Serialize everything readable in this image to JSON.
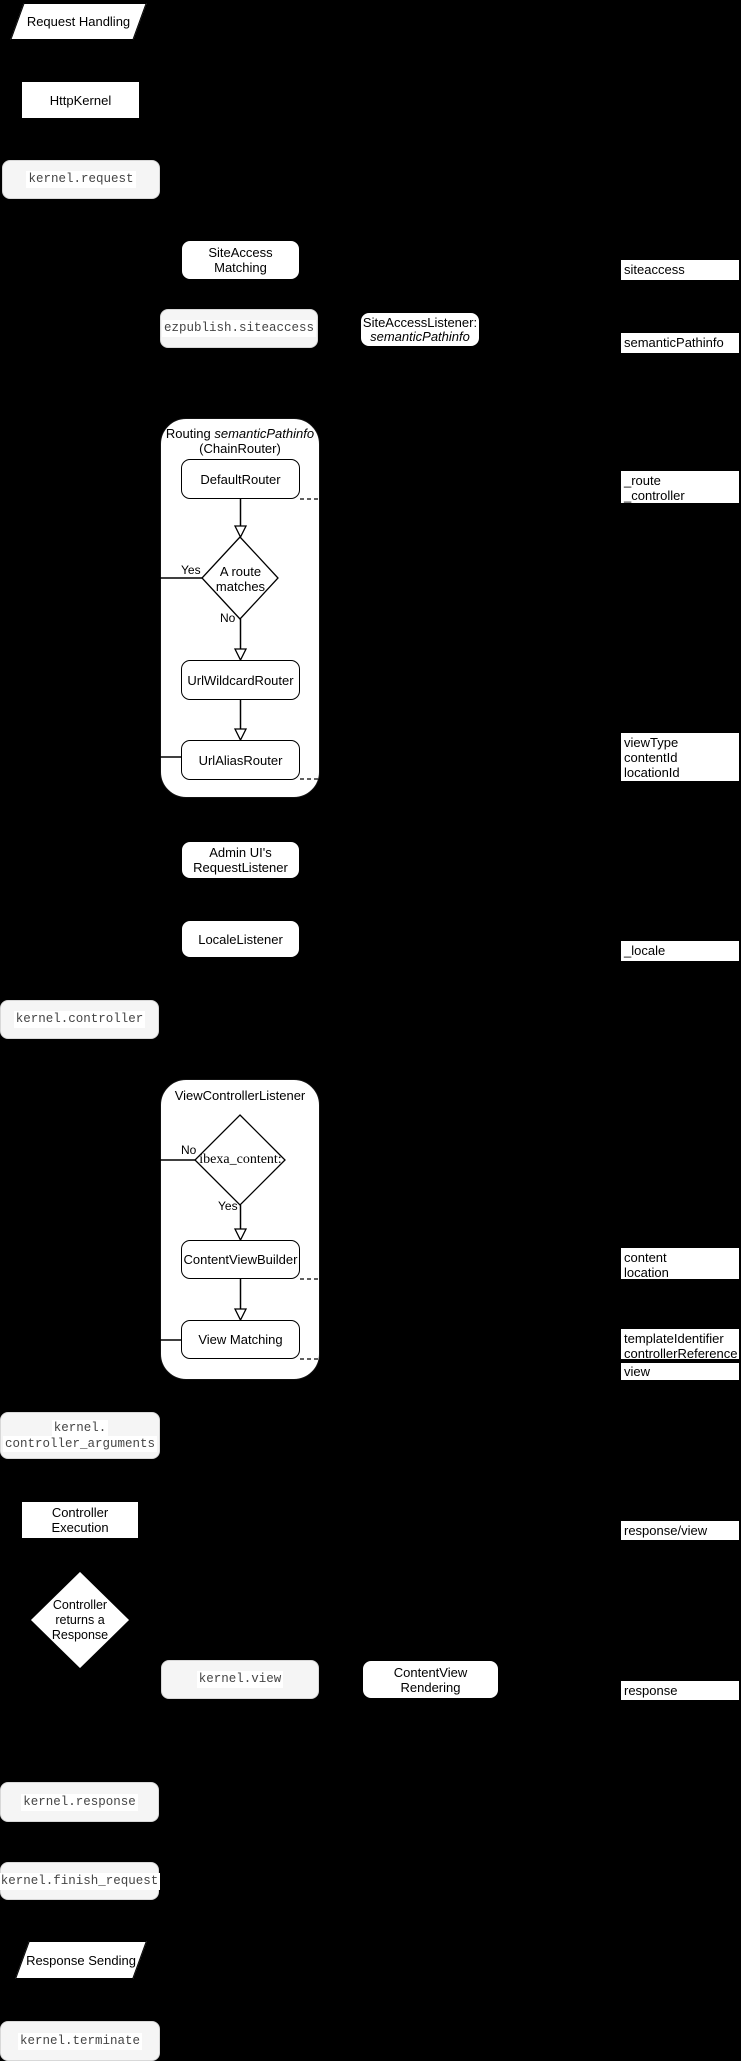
{
  "colors": {
    "background": "#000000",
    "node_fill": "#ffffff",
    "node_border": "#000000",
    "event_fill": "#f5f5f5",
    "event_text": "#454545",
    "text_highlight": "#ffffff"
  },
  "nodes": {
    "request_handling": "Request Handling",
    "http_kernel": "HttpKernel",
    "kernel_request": "kernel.request",
    "siteaccess_matching": "SiteAccess Matching",
    "ezpublish_siteaccess": "ezpublish.siteaccess",
    "siteaccess_listener_line1": "SiteAccessListener:",
    "siteaccess_listener_line2": "semanticPathinfo",
    "routing_title_prefix": "Routing ",
    "routing_title_italic": "semanticPathinfo",
    "routing_subtitle": "(ChainRouter)",
    "default_router": "DefaultRouter",
    "route_matches_line1": "A route",
    "route_matches_line2": "matches",
    "url_wildcard_router": "UrlWildcardRouter",
    "url_alias_router": "UrlAliasRouter",
    "admin_request_listener_line1": "Admin UI's",
    "admin_request_listener_line2": "RequestListener",
    "locale_listener": "LocaleListener",
    "kernel_controller": "kernel.controller",
    "view_controller_listener": "ViewControllerListener",
    "ibexa_content": "ibexa_content:",
    "content_view_builder": "ContentViewBuilder",
    "view_matching": "View Matching",
    "kernel_controller_arguments_line1": "kernel.",
    "kernel_controller_arguments_line2": "controller_arguments",
    "controller_execution": "Controller Execution",
    "controller_returns_line1": "Controller",
    "controller_returns_line2": "returns a",
    "controller_returns_line3": "Response",
    "kernel_view": "kernel.view",
    "contentview_rendering": "ContentView Rendering",
    "kernel_response": "kernel.response",
    "kernel_finish_request": "kernel.finish_request",
    "response_sending": "Response Sending",
    "kernel_terminate": "kernel.terminate"
  },
  "edge_labels": {
    "route_matches_yes": "Yes",
    "route_matches_no": "No",
    "ibexa_content_no": "No",
    "ibexa_content_yes": "Yes"
  },
  "side_labels": {
    "siteaccess": "siteaccess",
    "semantic_pathinfo": "semanticPathinfo",
    "route": "_route",
    "controller": "_controller",
    "view_type": "viewType",
    "content_id": "contentId",
    "location_id": "locationId",
    "locale": "_locale",
    "content": "content",
    "location": "location",
    "template_identifier": "templateIdentifier",
    "controller_reference": "controllerReference",
    "view": "view",
    "response_view": "response/view",
    "response": "response"
  }
}
